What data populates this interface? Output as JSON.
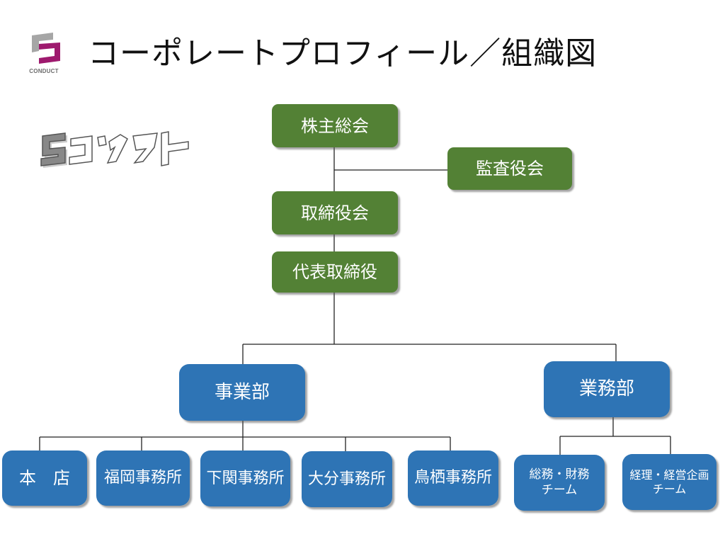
{
  "header": {
    "logo_text": "CONDUCT",
    "title": "コーポレートプロフィール／組織図",
    "brand_mark": "コンダクト"
  },
  "colors": {
    "governance_box": "#538135",
    "department_box": "#2e74b5",
    "logo_gray": "#a6a6a6",
    "logo_magenta": "#9e1a6e"
  },
  "org": {
    "shareholders": "株主総会",
    "auditors": "監査役会",
    "board": "取締役会",
    "ceo": "代表取締役",
    "departments": [
      {
        "label": "事業部",
        "units": [
          "本　店",
          "福岡事務所",
          "下関事務所",
          "大分事務所",
          "鳥栖事務所"
        ]
      },
      {
        "label": "業務部",
        "units": [
          "総務・財務\nチーム",
          "経理・経営企画\nチーム"
        ]
      }
    ]
  }
}
